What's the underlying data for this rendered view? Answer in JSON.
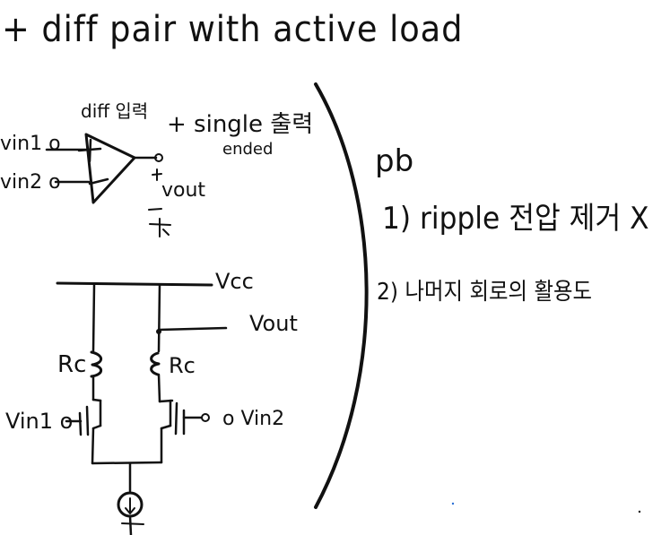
{
  "title": "+ diff pair with active load",
  "opamp": {
    "top_label": "diff 입력",
    "mode_label": "+ single 출력",
    "mode_label2": "ended",
    "input1": "vin1 o",
    "input2": "vin2 o",
    "output": "vout"
  },
  "circuit": {
    "supply": "Vcc",
    "output": "Vout",
    "resistor_left": "Rc",
    "resistor_right": "Rc",
    "gate_left": "Vin1 o",
    "gate_right": "o Vin2"
  },
  "problems": {
    "heading": "pb",
    "item1": "1) ripple 전압 제거 X",
    "item2": "2) 나머지 회로의 활용도"
  }
}
